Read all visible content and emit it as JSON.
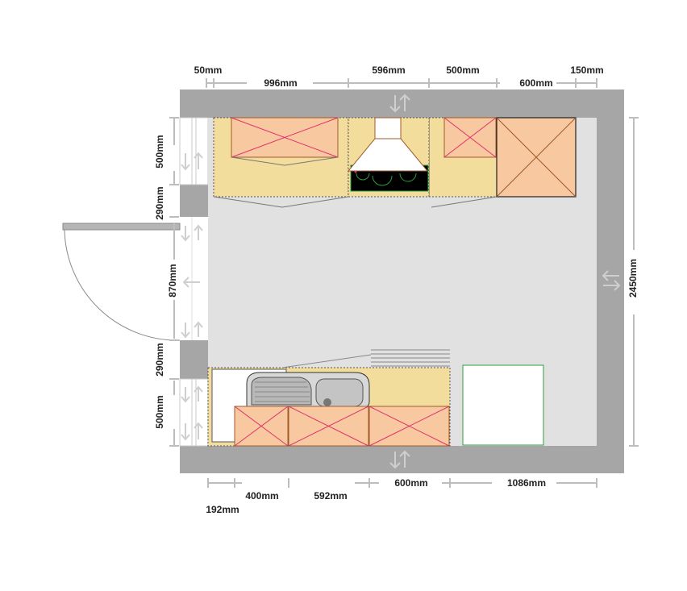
{
  "dimensions": {
    "top_row1": [
      "50mm",
      "996mm",
      "596mm",
      "500mm",
      "600mm",
      "150mm"
    ],
    "left_side": [
      "500mm",
      "290mm",
      "870mm",
      "290mm",
      "500mm"
    ],
    "right_side": "2450mm",
    "bottom_row": [
      "400mm",
      "592mm",
      "600mm",
      "1086mm"
    ],
    "bottom_extra": "192mm"
  },
  "colors": {
    "wall": "#a6a6a6",
    "floor": "#e1e1e1",
    "counter": "#f3dd9c",
    "cabinet": "#f8c9a0",
    "cabinet_line": "#e0306c",
    "appliance_green": "#2f9e3b",
    "dim_line": "#bdbdbd"
  }
}
